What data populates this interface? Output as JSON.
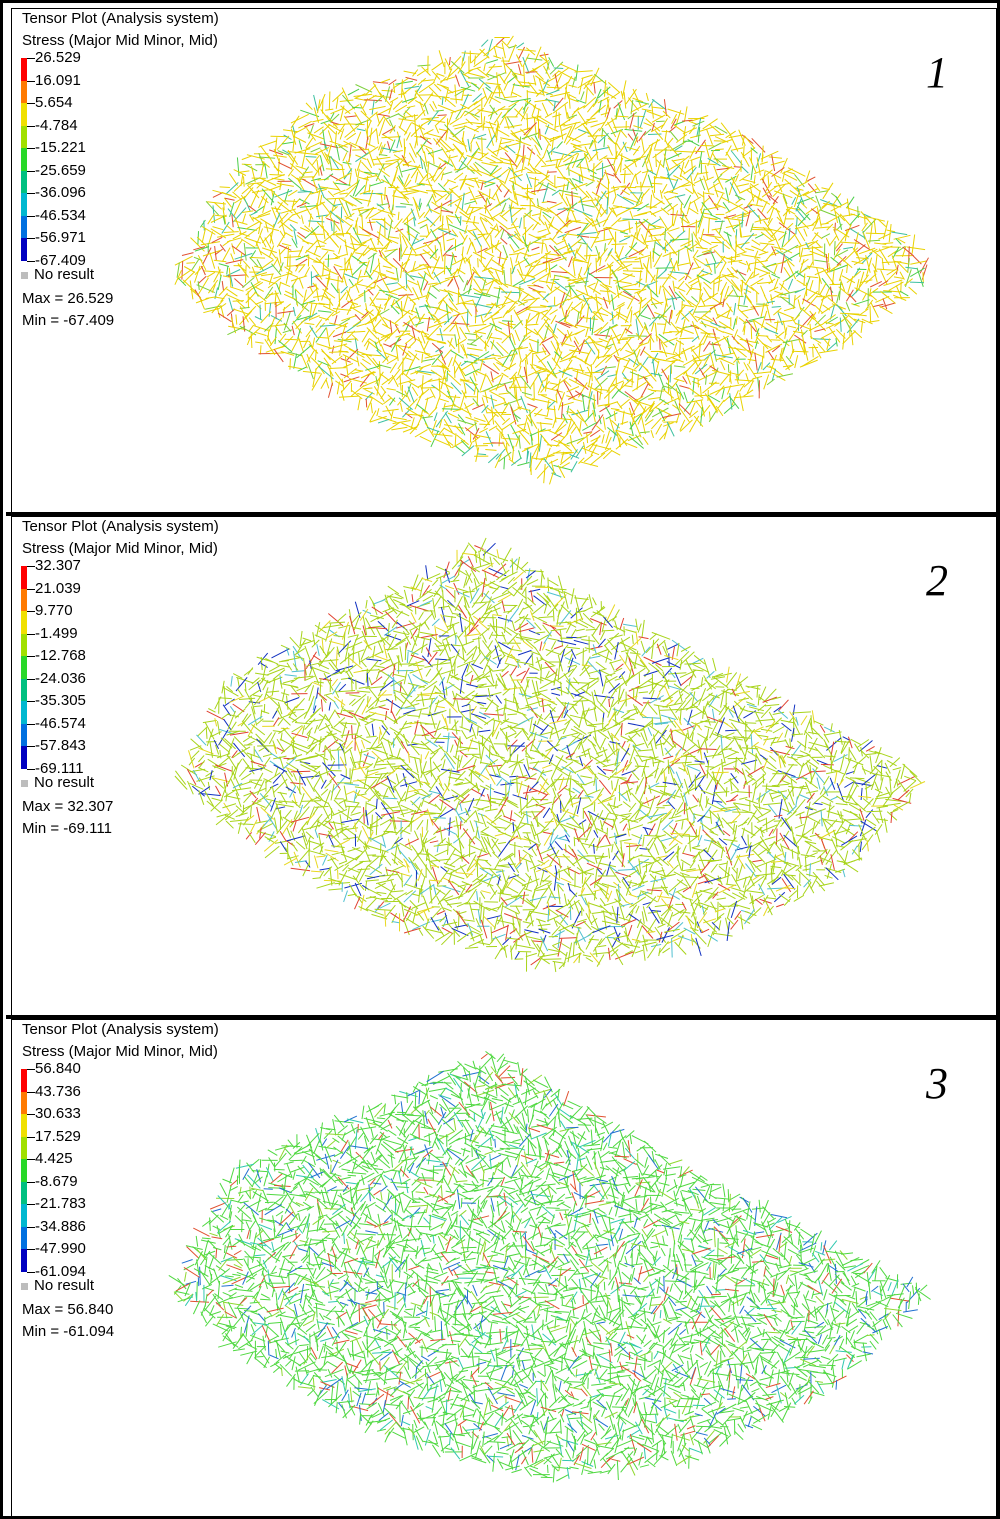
{
  "panels": [
    {
      "number": "1",
      "title": "Tensor Plot (Analysis system)",
      "subtitle": "Stress (Major Mid Minor, Mid)",
      "legend_values": [
        "26.529",
        "16.091",
        "5.654",
        "-4.784",
        "-15.221",
        "-25.659",
        "-36.096",
        "-46.534",
        "-56.971",
        "-67.409"
      ],
      "no_result_label": "No result",
      "max_text": "Max = 26.529",
      "min_text": "Min = -67.409",
      "dominant_color": "#e9d200"
    },
    {
      "number": "2",
      "title": "Tensor Plot (Analysis system)",
      "subtitle": "Stress (Major Mid Minor, Mid)",
      "legend_values": [
        "32.307",
        "21.039",
        "9.770",
        "-1.499",
        "-12.768",
        "-24.036",
        "-35.305",
        "-46.574",
        "-57.843",
        "-69.111"
      ],
      "no_result_label": "No result",
      "max_text": "Max = 32.307",
      "min_text": "Min = -69.111",
      "dominant_color": "#a8d41a"
    },
    {
      "number": "3",
      "title": "Tensor Plot (Analysis system)",
      "subtitle": "Stress (Major Mid Minor, Mid)",
      "legend_values": [
        "56.840",
        "43.736",
        "30.633",
        "17.529",
        "4.425",
        "-8.679",
        "-21.783",
        "-34.886",
        "-47.990",
        "-61.094"
      ],
      "no_result_label": "No result",
      "max_text": "Max = 56.840",
      "min_text": "Min = -61.094",
      "dominant_color": "#4fd840"
    }
  ],
  "colorbar_colors": [
    "#ff0000",
    "#ff7a00",
    "#f0e000",
    "#a0e000",
    "#28d828",
    "#00c080",
    "#00b8d0",
    "#0070e0",
    "#0000c0"
  ],
  "no_result_color": "#bdbdbd"
}
